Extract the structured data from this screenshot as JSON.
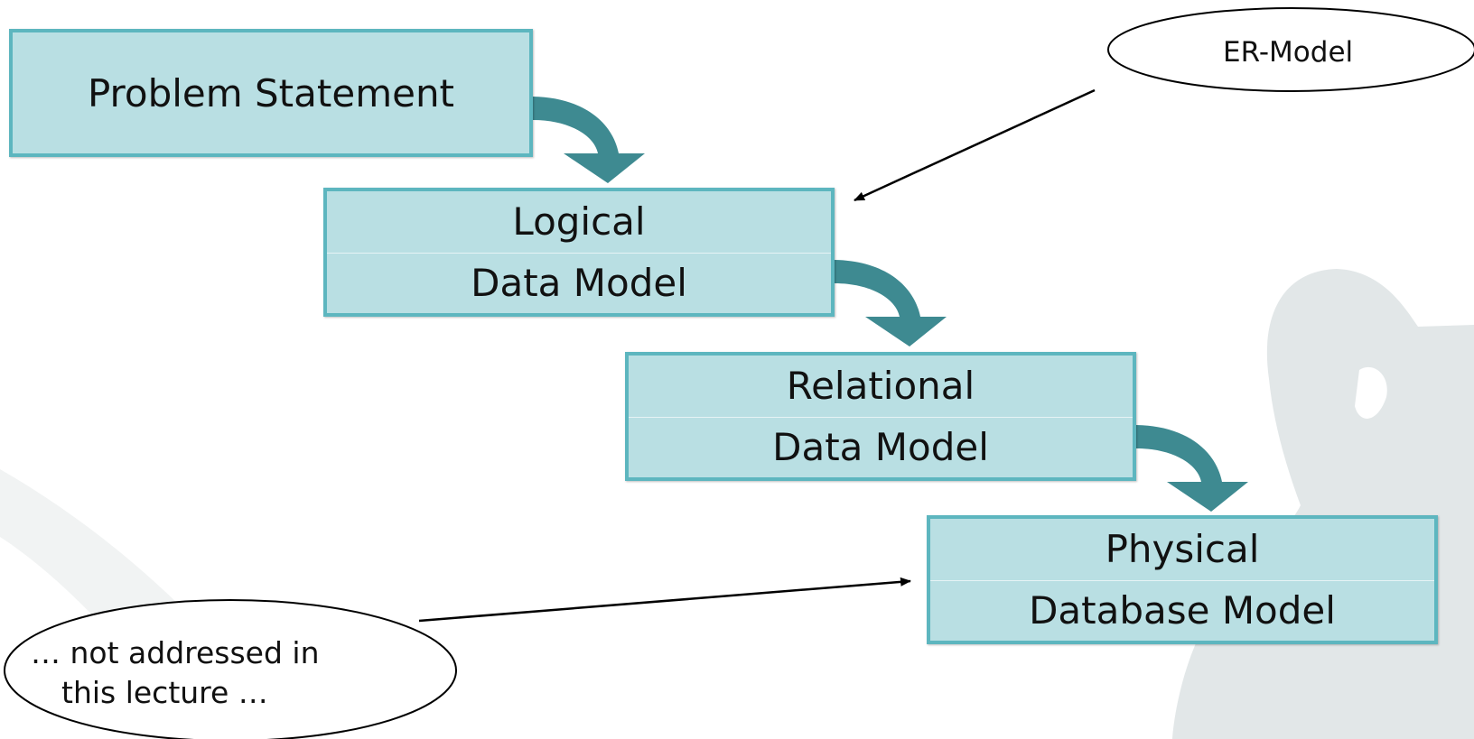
{
  "stages": {
    "problem_statement": "Problem Statement",
    "logical": {
      "line1": "Logical",
      "line2": "Data Model"
    },
    "relational": {
      "line1": "Relational",
      "line2": "Data Model"
    },
    "physical": {
      "line1": "Physical",
      "line2": "Database Model"
    }
  },
  "callouts": {
    "er_model": "ER-Model",
    "not_addressed": {
      "line1": "… not addressed in",
      "line2": "this lecture …"
    }
  },
  "colors": {
    "box_fill": "#b9dfe3",
    "box_border": "#5db6bf",
    "flow_arrow": "#3e8a91",
    "silhouette": "#e2e7e8"
  }
}
